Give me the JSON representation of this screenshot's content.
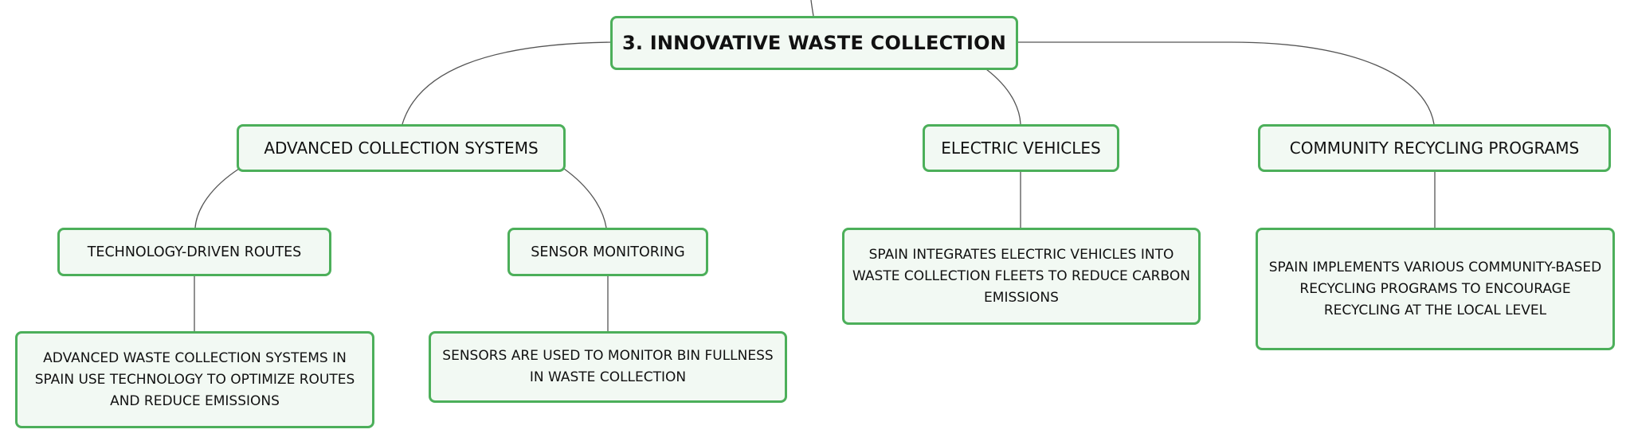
{
  "mindmap": {
    "root": {
      "label": "3. INNOVATIVE WASTE COLLECTION"
    },
    "branches": [
      {
        "label": "ADVANCED COLLECTION SYSTEMS",
        "children": [
          {
            "label": "TECHNOLOGY-DRIVEN ROUTES",
            "detail": "ADVANCED WASTE COLLECTION SYSTEMS IN SPAIN USE TECHNOLOGY TO OPTIMIZE ROUTES AND REDUCE EMISSIONS"
          },
          {
            "label": "SENSOR MONITORING",
            "detail": "SENSORS ARE USED TO MONITOR BIN FULLNESS IN WASTE COLLECTION"
          }
        ]
      },
      {
        "label": "ELECTRIC VEHICLES",
        "detail": "SPAIN INTEGRATES ELECTRIC VEHICLES INTO WASTE COLLECTION FLEETS TO REDUCE CARBON EMISSIONS"
      },
      {
        "label": "COMMUNITY RECYCLING PROGRAMS",
        "detail": "SPAIN IMPLEMENTS VARIOUS COMMUNITY-BASED RECYCLING PROGRAMS TO ENCOURAGE RECYCLING AT THE LOCAL LEVEL"
      }
    ]
  },
  "colors": {
    "node_border": "#4caf5a",
    "node_fill": "#f2f9f3",
    "connector": "#555555"
  }
}
